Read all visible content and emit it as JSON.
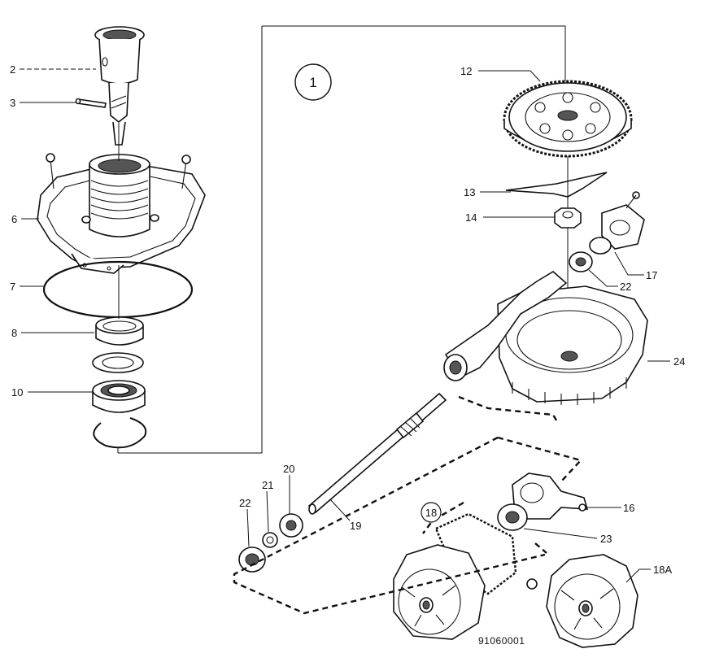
{
  "callouts": {
    "c2": "2",
    "c3": "3",
    "c6": "6",
    "c7": "7",
    "c8": "8",
    "c10": "10",
    "c12": "12",
    "c13": "13",
    "c14": "14",
    "c16": "16",
    "c17": "17",
    "c18": "18",
    "c18a": "18A",
    "c19": "19",
    "c20": "20",
    "c21": "21",
    "c22a": "22",
    "c22b": "22",
    "c23": "23",
    "c24": "24"
  },
  "group_marker": "1",
  "drawing_number": "91060001"
}
